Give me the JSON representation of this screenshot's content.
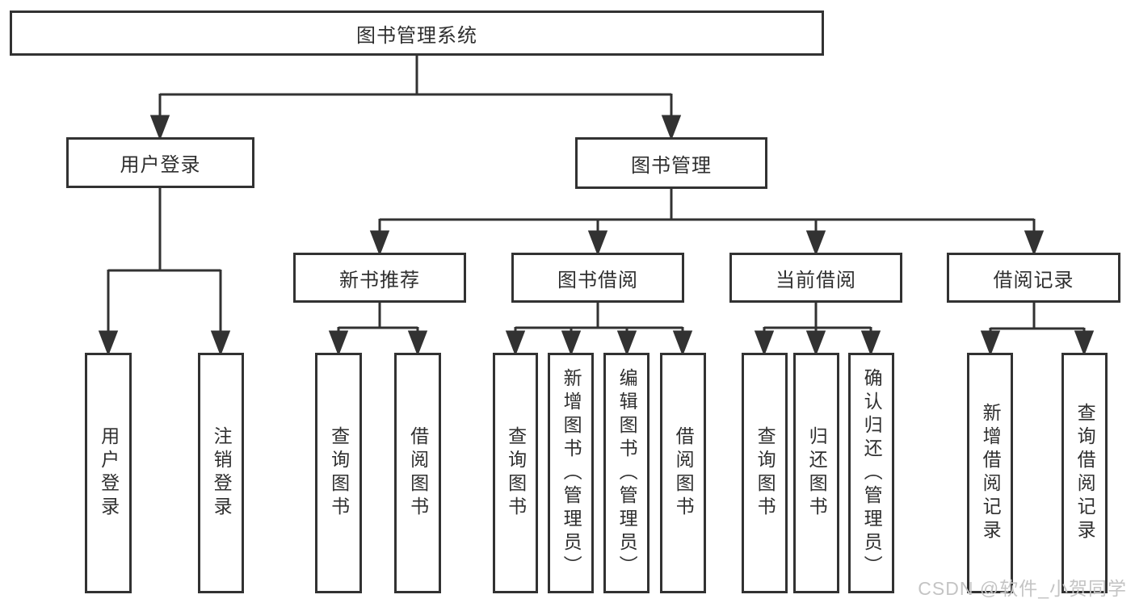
{
  "diagram": {
    "tree": {
      "root": "图书管理系统",
      "level2": [
        "用户登录",
        "图书管理"
      ],
      "level3": [
        "新书推荐",
        "图书借阅",
        "当前借阅",
        "借阅记录"
      ],
      "level4": {
        "login": [
          "用户登录",
          "注销登录"
        ],
        "recommend": [
          "查询图书",
          "借阅图书"
        ],
        "borrow": [
          "查询图书",
          "新增图书（管理员）",
          "编辑图书（管理员）",
          "借阅图书"
        ],
        "current": [
          "查询图书",
          "归还图书",
          "确认归还（管理员）"
        ],
        "records": [
          "新增借阅记录",
          "查询借阅记录"
        ]
      }
    },
    "watermark": "CSDN @软件_小贺同学",
    "colors": {
      "line": "#323232",
      "text": "#2f2f2f",
      "background": "#ffffff",
      "watermark": "#c4c4c4"
    }
  }
}
